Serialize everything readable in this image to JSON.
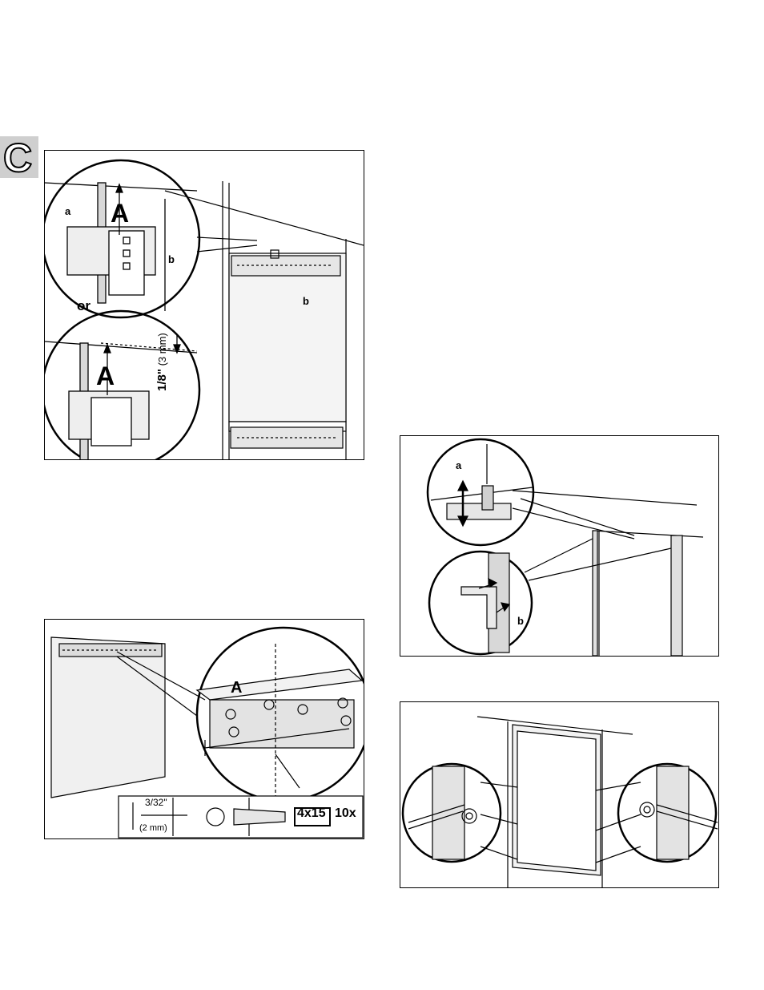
{
  "section_tab": {
    "letter": "C"
  },
  "fig1": {
    "label_A_top": "A",
    "label_A_bottom": "A",
    "label_a": "a",
    "label_b_zoom": "b",
    "label_b_cabinet": "b",
    "label_or": "or",
    "gap_fraction": "1/8\"",
    "gap_metric": "(3 mm)"
  },
  "fig2": {
    "label_A": "A",
    "drill_fraction": "3/32\"",
    "drill_metric": "(2 mm)",
    "screw_size": "4x15",
    "screw_count": "10x"
  },
  "fig3": {
    "label_a": "a",
    "label_b": "b"
  }
}
